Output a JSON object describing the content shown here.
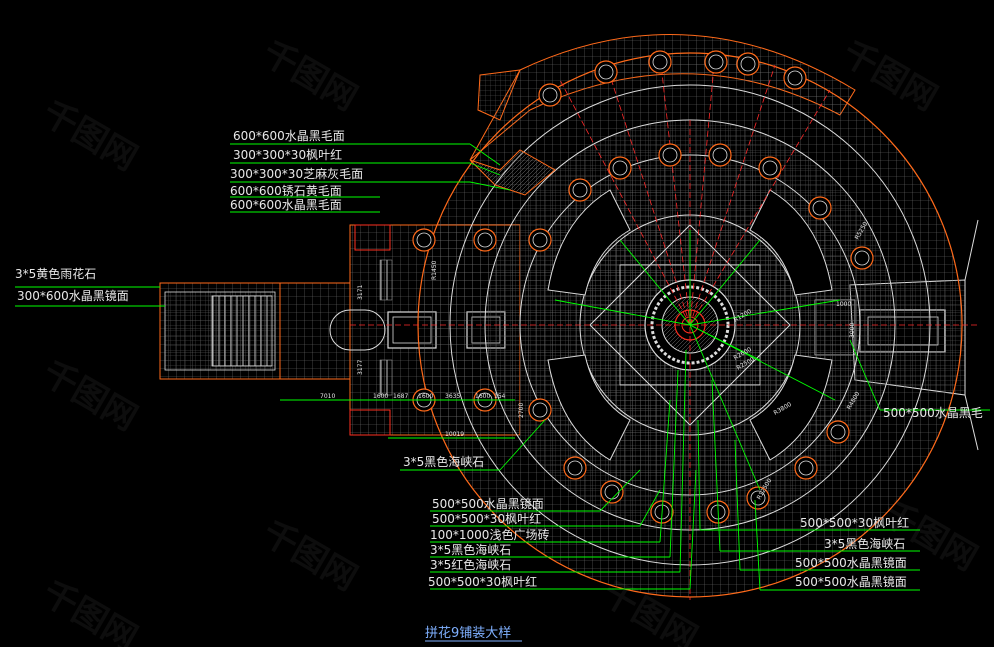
{
  "title": "拼花9铺装大样",
  "colors": {
    "background": "#000000",
    "leader": "#00ff00",
    "outline": "#ff6a1a",
    "axis": "#ff2a2a",
    "grid": "#8a8a8a",
    "text": "#e8e8e8",
    "title": "#7fb0ff"
  },
  "watermark": "千图网",
  "labels_left": [
    {
      "text": "600*600水晶黑毛面"
    },
    {
      "text": "300*300*30枫叶红"
    },
    {
      "text": "300*300*30芝麻灰毛面"
    },
    {
      "text": "600*600锈石黄毛面"
    },
    {
      "text": "600*600水晶黑毛面"
    }
  ],
  "labels_far_left": [
    {
      "text": "3*5黄色雨花石"
    },
    {
      "text": "300*600水晶黑镜面"
    }
  ],
  "label_mid": {
    "text": "3*5黑色海峡石"
  },
  "labels_bottom_left": [
    {
      "text": "500*500水晶黑镜面"
    },
    {
      "text": "500*500*30枫叶红"
    },
    {
      "text": "100*1000浅色广场砖"
    },
    {
      "text": "3*5黑色海峡石"
    },
    {
      "text": "3*5红色海峡石"
    },
    {
      "text": "500*500*30枫叶红"
    }
  ],
  "labels_bottom_right": [
    {
      "text": "500*500*30枫叶红"
    },
    {
      "text": "3*5黑色海峡石"
    },
    {
      "text": "500*500水晶黑镜面"
    },
    {
      "text": "500*500水晶黑镜面"
    }
  ],
  "label_right": {
    "text": "500*500水晶黑毛"
  },
  "dimensions": [
    {
      "text": "7010"
    },
    {
      "text": "1600"
    },
    {
      "text": "1687"
    },
    {
      "text": "1600"
    },
    {
      "text": "3635"
    },
    {
      "text": "1600"
    },
    {
      "text": "154"
    },
    {
      "text": "10019"
    },
    {
      "text": "3171"
    },
    {
      "text": "3177"
    },
    {
      "text": "R1450"
    },
    {
      "text": "2700"
    },
    {
      "text": "R2600"
    },
    {
      "text": "R2500"
    },
    {
      "text": "R3800"
    },
    {
      "text": "R1200"
    },
    {
      "text": "R12500"
    },
    {
      "text": "1000"
    },
    {
      "text": "3000"
    },
    {
      "text": "R4800"
    },
    {
      "text": "R5250"
    }
  ]
}
